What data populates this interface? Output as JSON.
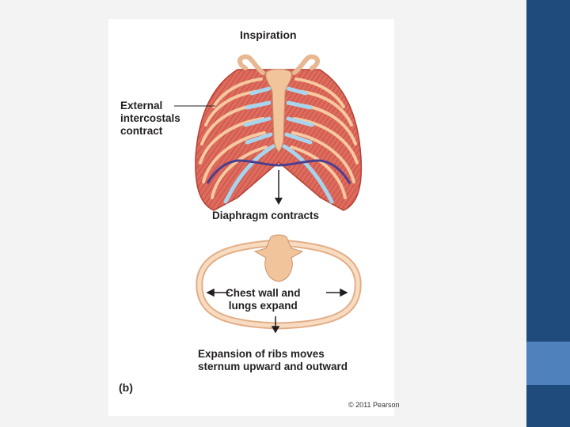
{
  "figure": {
    "title": "Inspiration",
    "external_label": "External\nintercostals\ncontract",
    "diaphragm_label": "Diaphragm contracts",
    "chest_label": "Chest wall and\nlungs expand",
    "expansion_label": "Expansion of ribs moves\nsternum upward and outward",
    "panel_label": "(b)",
    "copyright": "© 2011 Pearson"
  },
  "colors": {
    "slide_sidebar": "#1f4a7c",
    "slide_accent": "#4f81bd",
    "rib_bone": "#f6c9a0",
    "muscle": "#dd6b5e",
    "cartilage": "#a9d4ee",
    "diaphragm": "#4b3f8f"
  }
}
